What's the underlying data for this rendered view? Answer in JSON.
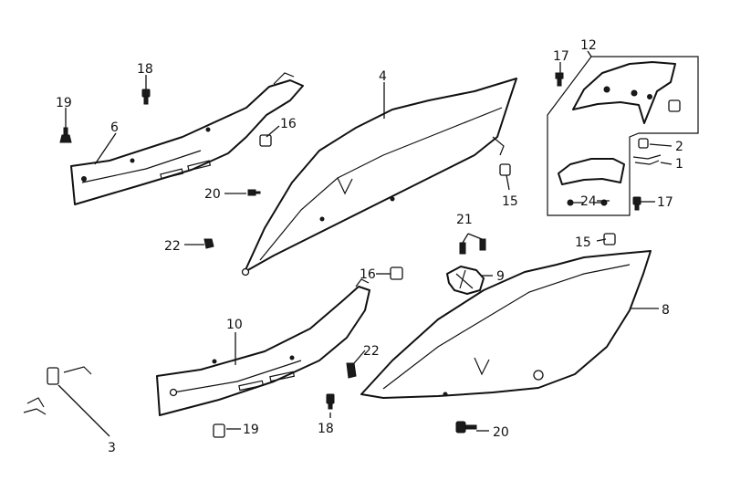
{
  "labels": {
    "p1": "1",
    "p2": "2",
    "p3": "3",
    "p4": "4",
    "p6": "6",
    "p8": "8",
    "p9": "9",
    "p10": "10",
    "p12": "12",
    "p15a": "15",
    "p15b": "15",
    "p16a": "16",
    "p16b": "16",
    "p17a": "17",
    "p17b": "17",
    "p18a": "18",
    "p18b": "18",
    "p19a": "19",
    "p19b": "19",
    "p20a": "20",
    "p20b": "20",
    "p21": "21",
    "p22a": "22",
    "p22b": "22",
    "p24": "24"
  },
  "colors": {
    "line": "#111111",
    "background": "#ffffff"
  }
}
